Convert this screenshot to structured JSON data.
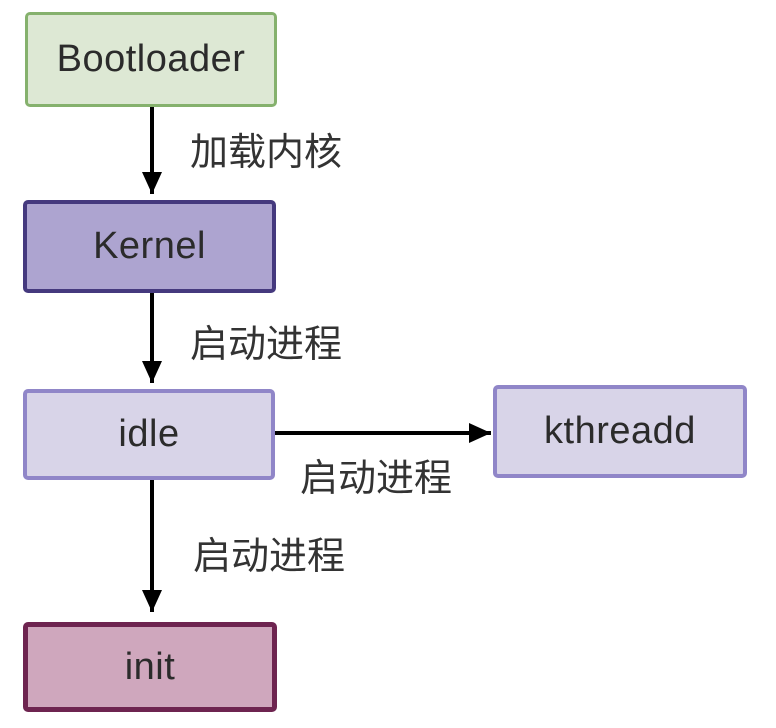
{
  "diagram": {
    "title": "linux-boot-process-flow",
    "background_color": "#ffffff",
    "arrow_color": "#000000",
    "label_text_color": "#333333",
    "node_text_color": "#2b2b2b",
    "nodes": {
      "bootloader": {
        "label": "Bootloader",
        "fill": "#dde8d4",
        "border": "#85b16d"
      },
      "kernel": {
        "label": "Kernel",
        "fill": "#ada4d0",
        "border": "#45397e"
      },
      "idle": {
        "label": "idle",
        "fill": "#d8d4e8",
        "border": "#9086c8"
      },
      "kthreadd": {
        "label": "kthreadd",
        "fill": "#d8d4e8",
        "border": "#9086c8"
      },
      "init": {
        "label": "init",
        "fill": "#cfa7bd",
        "border": "#6e2450"
      }
    },
    "edges": {
      "bootloader_to_kernel": {
        "label": "加载内核"
      },
      "kernel_to_idle": {
        "label": "启动进程"
      },
      "idle_to_kthreadd": {
        "label": "启动进程"
      },
      "idle_to_init": {
        "label": "启动进程"
      }
    }
  }
}
